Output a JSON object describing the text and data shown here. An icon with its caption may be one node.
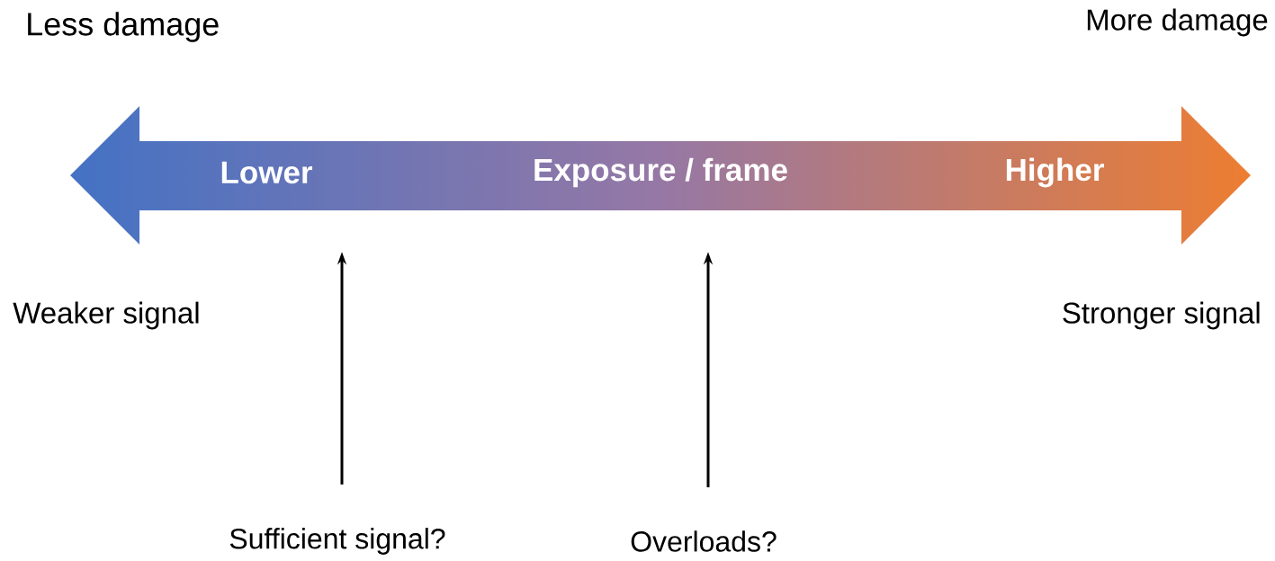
{
  "diagram": {
    "nodes": [
      {
        "text": [
          "Lower",
          "Exposure / frame",
          "Higher"
        ]
      },
      {
        "text": [
          "Sufficient signal?"
        ]
      },
      {
        "text": [
          "Overloads?"
        ]
      }
    ],
    "edges": [
      {
        "from": 1,
        "to": 0,
        "arrow": "to"
      },
      {
        "from": 2,
        "to": 0,
        "arrow": "to"
      }
    ],
    "labels": [
      "Less damage",
      "More damage",
      "Weaker signal",
      "Stronger signal"
    ]
  }
}
